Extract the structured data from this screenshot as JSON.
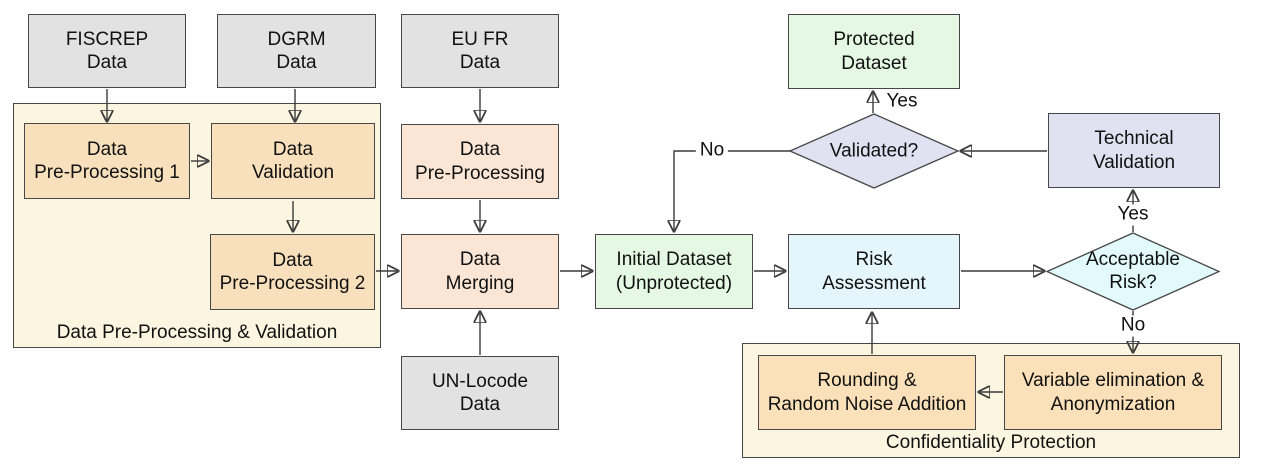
{
  "nodes": {
    "fiscrep": {
      "label": "FISCREP\nData"
    },
    "dgrm": {
      "label": "DGRM\nData"
    },
    "eufr": {
      "label": "EU FR\nData"
    },
    "dpp1": {
      "label": "Data\nPre-Processing 1"
    },
    "dval": {
      "label": "Data\nValidation"
    },
    "dpp2": {
      "label": "Data\nPre-Processing 2"
    },
    "dppmid": {
      "label": "Data\nPre-Processing"
    },
    "dmerge": {
      "label": "Data\nMerging"
    },
    "unlocode": {
      "label": "UN-Locode\nData"
    },
    "initial": {
      "label": "Initial Dataset\n(Unprotected)"
    },
    "risk": {
      "label": "Risk\nAssessment"
    },
    "protected": {
      "label": "Protected\nDataset"
    },
    "techval": {
      "label": "Technical\nValidation"
    },
    "validated": {
      "label": "Validated?"
    },
    "acceptable": {
      "label": "Acceptable\nRisk?"
    },
    "rounding": {
      "label": "Rounding &\nRandom Noise Addition"
    },
    "varelim": {
      "label": "Variable elimination &\nAnonymization"
    }
  },
  "containers": {
    "preprocessing": {
      "label": "Data Pre-Processing & Validation"
    },
    "confidentiality": {
      "label": "Confidentiality Protection"
    }
  },
  "edge_labels": {
    "validated_yes": "Yes",
    "validated_no": "No",
    "acceptable_yes": "Yes",
    "acceptable_no": "No"
  },
  "colors": {
    "box_gray": "#E2E2E2",
    "container_cream": "#FCF5E0",
    "orange": "#F8E0BD",
    "peach": "#FBE6D5",
    "conf_orange": "#FAE1BA",
    "green": "#E5F8E3",
    "blue": "#E4F5FB",
    "cyan": "#E2FAFB",
    "lavender": "#E1E1F2",
    "border": "#474747",
    "line": "#3A3A3A"
  }
}
